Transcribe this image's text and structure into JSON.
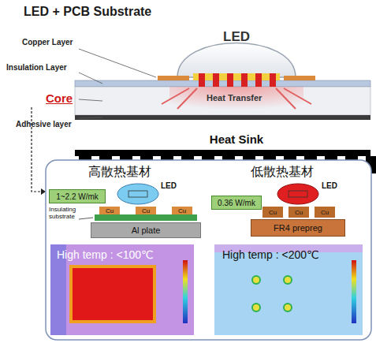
{
  "diagram": {
    "title": "LED + PCB Substrate",
    "nodes": [
      {
        "text": [
          "LED"
        ]
      },
      {
        "text": [
          "Heat Sink"
        ]
      },
      {
        "text": [
          "1~2.2 W/mk"
        ]
      },
      {
        "text": [
          "Cu"
        ]
      },
      {
        "text": [
          "Cu"
        ]
      },
      {
        "text": [
          "Cu"
        ]
      },
      {
        "text": [
          "Al plate"
        ]
      },
      {
        "text": [
          "High temp : <100℃"
        ]
      },
      {
        "text": [
          "0.36 W/mk"
        ]
      },
      {
        "text": [
          "Cu"
        ]
      },
      {
        "text": [
          "Cu"
        ]
      },
      {
        "text": [
          "Cu"
        ]
      },
      {
        "text": [
          "FR4 prepreg"
        ]
      },
      {
        "text": [
          "High temp : <200℃"
        ]
      }
    ],
    "labels": [
      "Copper Layer",
      "Insulation Layer",
      "Core",
      "Adhesive layer",
      "Heat Transfer",
      "高散热基材",
      "低散热基材",
      "LED",
      "LED",
      "Insulating substrate"
    ]
  }
}
